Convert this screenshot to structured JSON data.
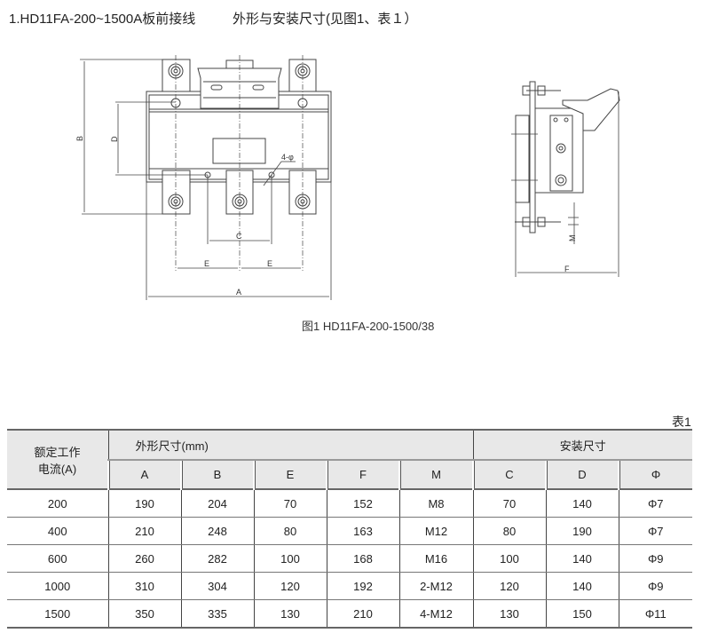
{
  "header": {
    "title_part1": "1.HD11FA-200~1500A板前接线",
    "title_part2": "外形与安装尺寸(见图1、表１）"
  },
  "figure": {
    "caption": "图1 HD11FA-200-1500/38",
    "labels": {
      "A": "A",
      "B": "B",
      "C": "C",
      "D": "D",
      "E": "E",
      "F": "F",
      "M": "M",
      "holes": "4-φ"
    }
  },
  "table": {
    "number": "表1",
    "row_header": [
      "额定工作",
      "电流(A)"
    ],
    "group1": "外形尺寸(mm)",
    "group2": "安装尺寸",
    "columns": [
      "A",
      "B",
      "E",
      "F",
      "M",
      "C",
      "D",
      "Φ"
    ],
    "rows": [
      [
        "200",
        "190",
        "204",
        "70",
        "152",
        "M8",
        "70",
        "140",
        "Φ7"
      ],
      [
        "400",
        "210",
        "248",
        "80",
        "163",
        "M12",
        "80",
        "190",
        "Φ7"
      ],
      [
        "600",
        "260",
        "282",
        "100",
        "168",
        "M16",
        "100",
        "140",
        "Φ9"
      ],
      [
        "1000",
        "310",
        "304",
        "120",
        "192",
        "2-M12",
        "120",
        "140",
        "Φ9"
      ],
      [
        "1500",
        "350",
        "335",
        "130",
        "210",
        "4-M12",
        "130",
        "150",
        "Φ11"
      ]
    ]
  }
}
